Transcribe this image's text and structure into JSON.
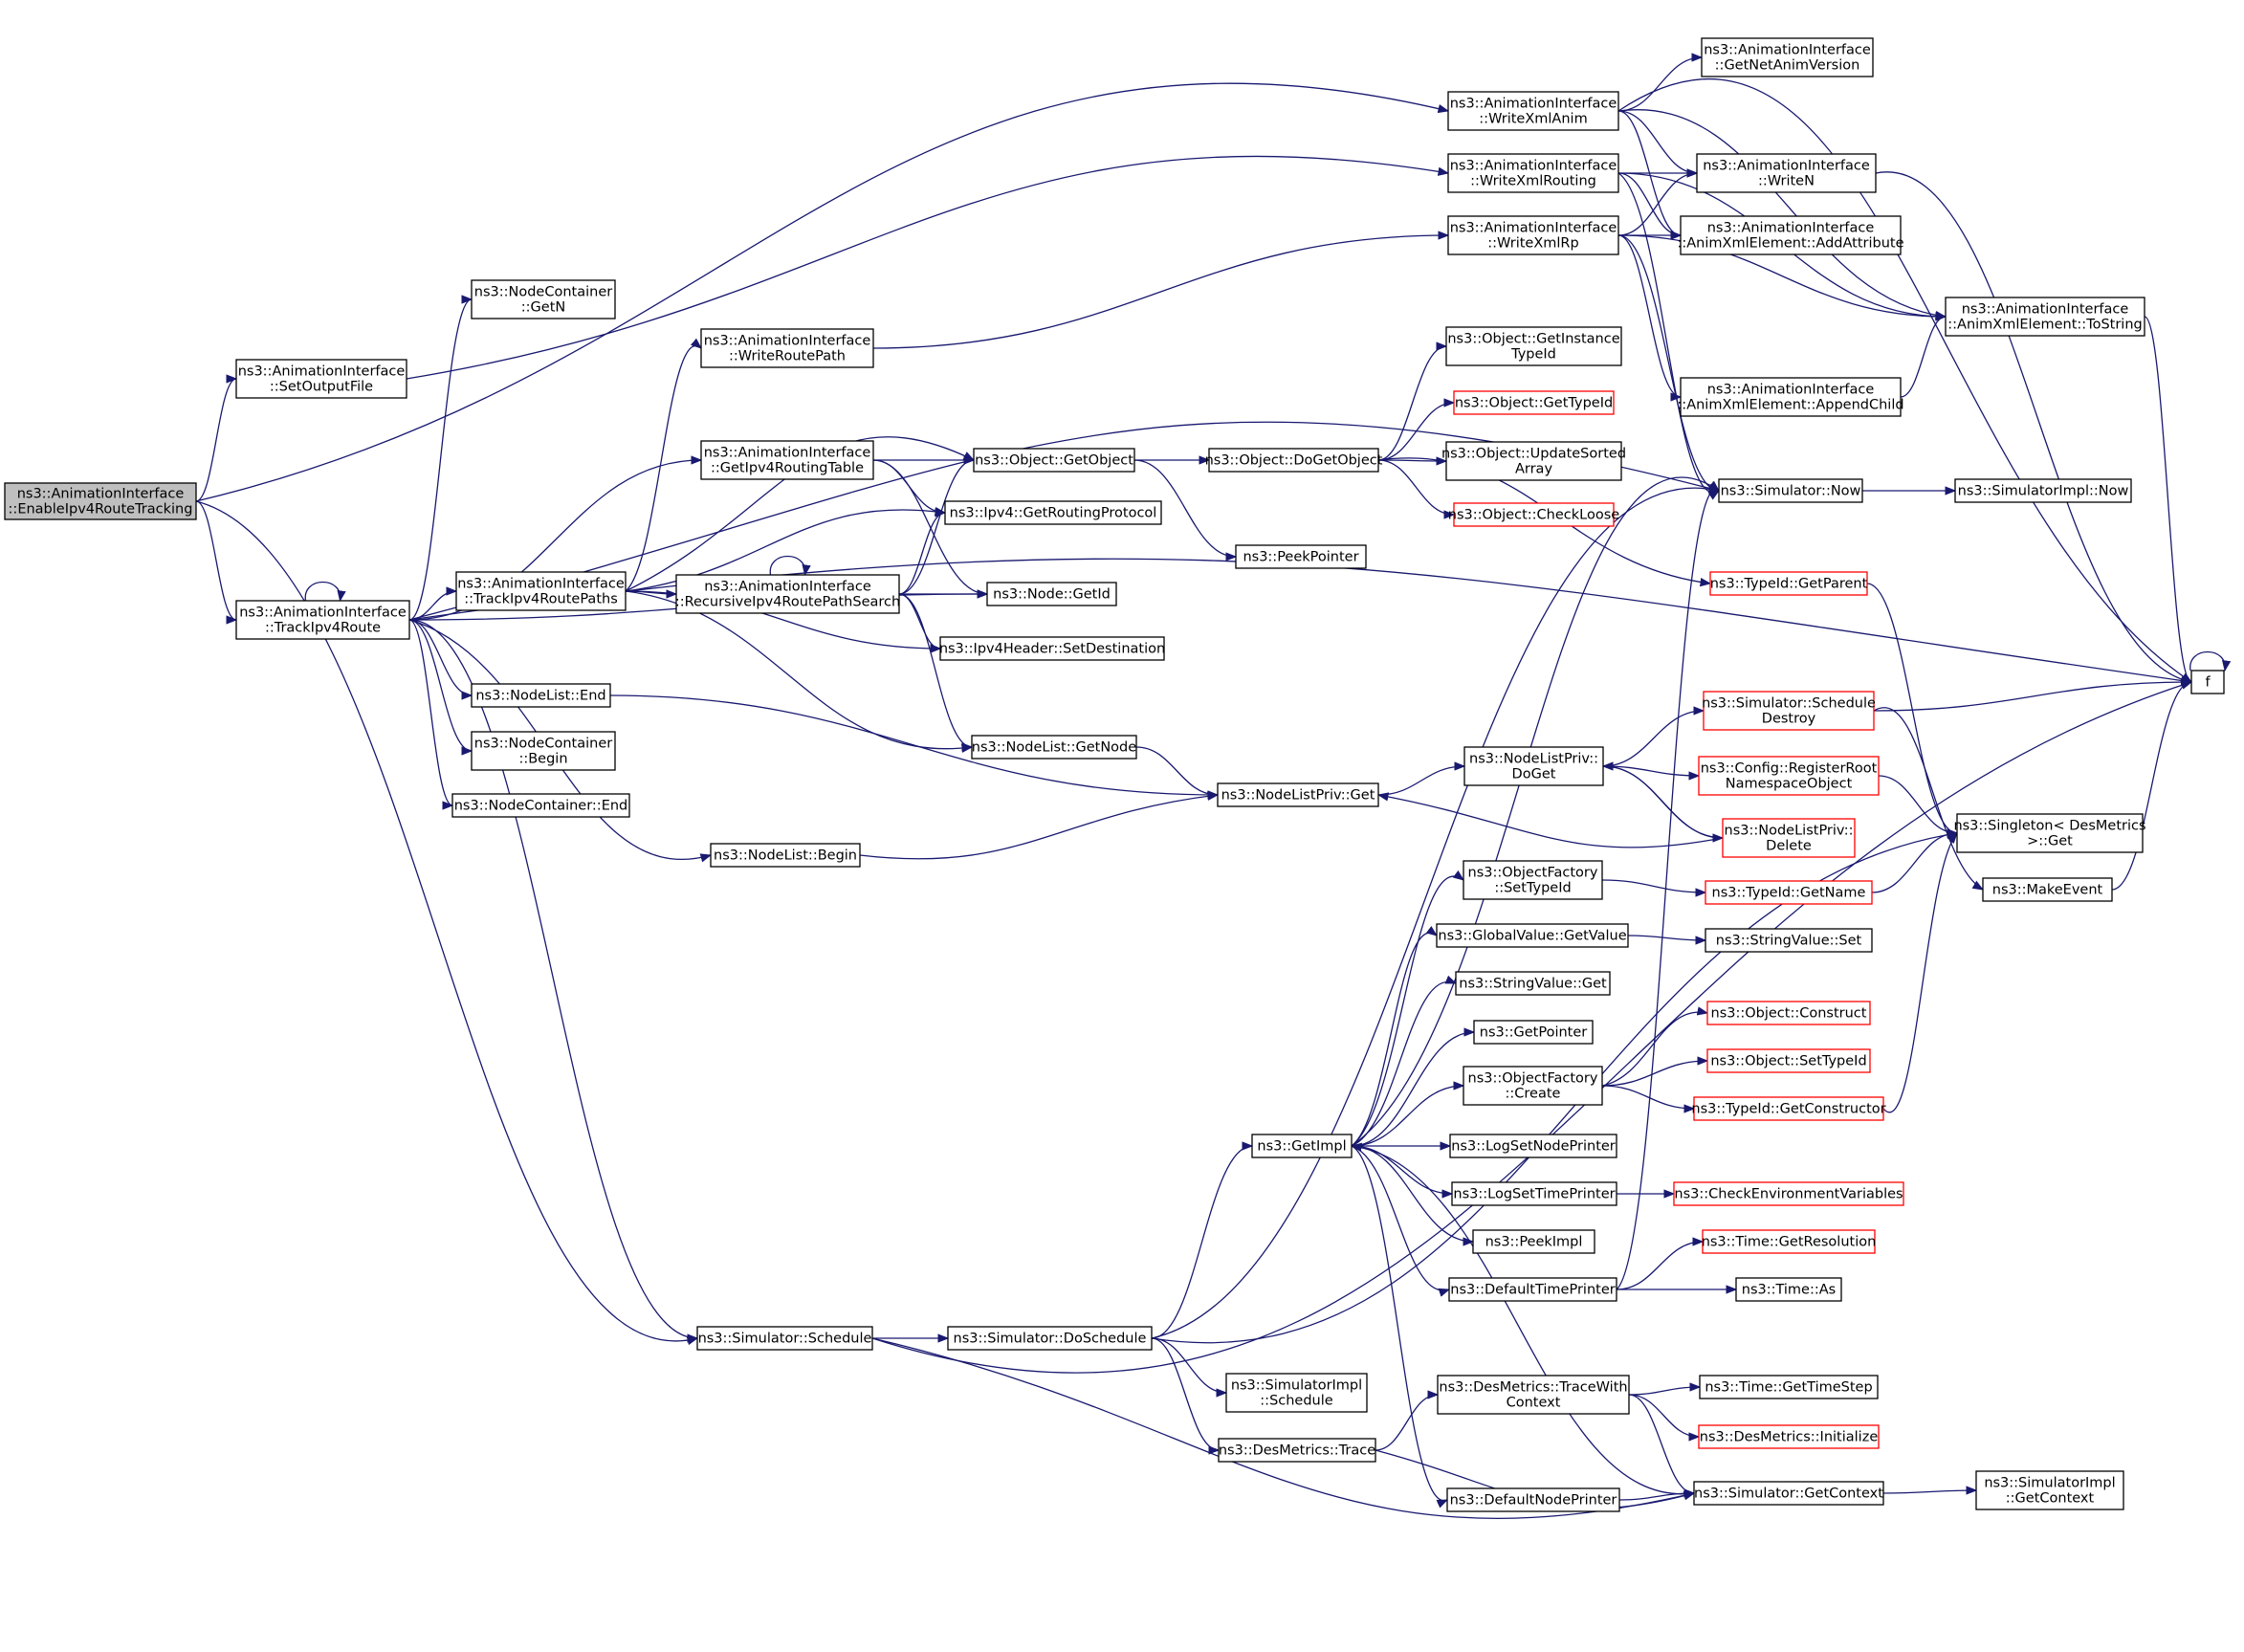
{
  "graph": {
    "nodes": [
      {
        "id": "enable",
        "lines": [
          "ns3::AnimationInterface",
          "::EnableIpv4RouteTracking"
        ],
        "style": "root"
      },
      {
        "id": "setoutput",
        "lines": [
          "ns3::AnimationInterface",
          "::SetOutputFile"
        ],
        "style": "normal"
      },
      {
        "id": "trackroute",
        "lines": [
          "ns3::AnimationInterface",
          "::TrackIpv4Route"
        ],
        "style": "normal"
      },
      {
        "id": "nc_getn",
        "lines": [
          "ns3::NodeContainer",
          "::GetN"
        ],
        "style": "normal"
      },
      {
        "id": "nl_end",
        "lines": [
          "ns3::NodeList::End"
        ],
        "style": "normal"
      },
      {
        "id": "nc_begin",
        "lines": [
          "ns3::NodeContainer",
          "::Begin"
        ],
        "style": "normal"
      },
      {
        "id": "nc_end",
        "lines": [
          "ns3::NodeContainer::End"
        ],
        "style": "normal"
      },
      {
        "id": "trackpaths",
        "lines": [
          "ns3::AnimationInterface",
          "::TrackIpv4RoutePaths"
        ],
        "style": "normal"
      },
      {
        "id": "writeroutepath",
        "lines": [
          "ns3::AnimationInterface",
          "::WriteRoutePath"
        ],
        "style": "normal"
      },
      {
        "id": "getroutingtable",
        "lines": [
          "ns3::AnimationInterface",
          "::GetIpv4RoutingTable"
        ],
        "style": "normal"
      },
      {
        "id": "recursive",
        "lines": [
          "ns3::AnimationInterface",
          "::RecursiveIpv4RoutePathSearch"
        ],
        "style": "normal"
      },
      {
        "id": "nl_begin",
        "lines": [
          "ns3::NodeList::Begin"
        ],
        "style": "normal"
      },
      {
        "id": "sched",
        "lines": [
          "ns3::Simulator::Schedule"
        ],
        "style": "normal"
      },
      {
        "id": "getobject",
        "lines": [
          "ns3::Object::GetObject"
        ],
        "style": "normal"
      },
      {
        "id": "getrouting",
        "lines": [
          "ns3::Ipv4::GetRoutingProtocol"
        ],
        "style": "normal"
      },
      {
        "id": "nodegetid",
        "lines": [
          "ns3::Node::GetId"
        ],
        "style": "normal"
      },
      {
        "id": "setdest",
        "lines": [
          "ns3::Ipv4Header::SetDestination"
        ],
        "style": "normal"
      },
      {
        "id": "nl_getnode",
        "lines": [
          "ns3::NodeList::GetNode"
        ],
        "style": "normal"
      },
      {
        "id": "nlp_get",
        "lines": [
          "ns3::NodeListPriv::Get"
        ],
        "style": "normal"
      },
      {
        "id": "peekpointer",
        "lines": [
          "ns3::PeekPointer"
        ],
        "style": "normal"
      },
      {
        "id": "dogetobject",
        "lines": [
          "ns3::Object::DoGetObject"
        ],
        "style": "normal"
      },
      {
        "id": "writexmlanim",
        "lines": [
          "ns3::AnimationInterface",
          "::WriteXmlAnim"
        ],
        "style": "normal"
      },
      {
        "id": "writexmlrouting",
        "lines": [
          "ns3::AnimationInterface",
          "::WriteXmlRouting"
        ],
        "style": "normal"
      },
      {
        "id": "writexmlrp",
        "lines": [
          "ns3::AnimationInterface",
          "::WriteXmlRp"
        ],
        "style": "normal"
      },
      {
        "id": "getinstancetypeid",
        "lines": [
          "ns3::Object::GetInstance",
          "TypeId"
        ],
        "style": "normal"
      },
      {
        "id": "gettypeid",
        "lines": [
          "ns3::Object::GetTypeId"
        ],
        "style": "red"
      },
      {
        "id": "updatesorted",
        "lines": [
          "ns3::Object::UpdateSorted",
          "Array"
        ],
        "style": "normal"
      },
      {
        "id": "checkloose",
        "lines": [
          "ns3::Object::CheckLoose"
        ],
        "style": "red"
      },
      {
        "id": "nlp_doget",
        "lines": [
          "ns3::NodeListPriv::",
          "DoGet"
        ],
        "style": "normal"
      },
      {
        "id": "of_settypeid",
        "lines": [
          "ns3::ObjectFactory",
          "::SetTypeId"
        ],
        "style": "normal"
      },
      {
        "id": "gv_getvalue",
        "lines": [
          "ns3::GlobalValue::GetValue"
        ],
        "style": "normal"
      },
      {
        "id": "sv_get",
        "lines": [
          "ns3::StringValue::Get"
        ],
        "style": "normal"
      },
      {
        "id": "getpointer",
        "lines": [
          "ns3::GetPointer"
        ],
        "style": "normal"
      },
      {
        "id": "of_create",
        "lines": [
          "ns3::ObjectFactory",
          "::Create"
        ],
        "style": "normal"
      },
      {
        "id": "getimpl",
        "lines": [
          "ns3::GetImpl"
        ],
        "style": "normal"
      },
      {
        "id": "lognodeprinter",
        "lines": [
          "ns3::LogSetNodePrinter"
        ],
        "style": "normal"
      },
      {
        "id": "logtimeprinter",
        "lines": [
          "ns3::LogSetTimePrinter"
        ],
        "style": "normal"
      },
      {
        "id": "peekimpl",
        "lines": [
          "ns3::PeekImpl"
        ],
        "style": "normal"
      },
      {
        "id": "deftimeprinter",
        "lines": [
          "ns3::DefaultTimePrinter"
        ],
        "style": "normal"
      },
      {
        "id": "doschedule",
        "lines": [
          "ns3::Simulator::DoSchedule"
        ],
        "style": "normal"
      },
      {
        "id": "simimpl_sched",
        "lines": [
          "ns3::SimulatorImpl",
          "::Schedule"
        ],
        "style": "normal"
      },
      {
        "id": "desmetrics_trace",
        "lines": [
          "ns3::DesMetrics::Trace"
        ],
        "style": "normal"
      },
      {
        "id": "tracewithctx",
        "lines": [
          "ns3::DesMetrics::TraceWith",
          "Context"
        ],
        "style": "normal"
      },
      {
        "id": "defnodeprinter",
        "lines": [
          "ns3::DefaultNodePrinter"
        ],
        "style": "normal"
      },
      {
        "id": "getnetanim",
        "lines": [
          "ns3::AnimationInterface",
          "::GetNetAnimVersion"
        ],
        "style": "normal"
      },
      {
        "id": "writen",
        "lines": [
          "ns3::AnimationInterface",
          "::WriteN"
        ],
        "style": "normal"
      },
      {
        "id": "addattr",
        "lines": [
          "ns3::AnimationInterface",
          "::AnimXmlElement::AddAttribute"
        ],
        "style": "normal"
      },
      {
        "id": "appendchild",
        "lines": [
          "ns3::AnimationInterface",
          "::AnimXmlElement::AppendChild"
        ],
        "style": "normal"
      },
      {
        "id": "simnow",
        "lines": [
          "ns3::Simulator::Now"
        ],
        "style": "normal"
      },
      {
        "id": "typeid_getparent",
        "lines": [
          "ns3::TypeId::GetParent"
        ],
        "style": "red"
      },
      {
        "id": "schedule_destroy",
        "lines": [
          "ns3::Simulator::Schedule",
          "Destroy"
        ],
        "style": "red"
      },
      {
        "id": "registerroot",
        "lines": [
          "ns3::Config::RegisterRoot",
          "NamespaceObject"
        ],
        "style": "red"
      },
      {
        "id": "nlp_delete",
        "lines": [
          "ns3::NodeListPriv::",
          "Delete"
        ],
        "style": "red"
      },
      {
        "id": "typeid_getname",
        "lines": [
          "ns3::TypeId::GetName"
        ],
        "style": "red"
      },
      {
        "id": "stringvalue_set",
        "lines": [
          "ns3::StringValue::Set"
        ],
        "style": "normal"
      },
      {
        "id": "object_construct",
        "lines": [
          "ns3::Object::Construct"
        ],
        "style": "red"
      },
      {
        "id": "object_settypeid",
        "lines": [
          "ns3::Object::SetTypeId"
        ],
        "style": "red"
      },
      {
        "id": "typeid_getctor",
        "lines": [
          "ns3::TypeId::GetConstructor"
        ],
        "style": "red"
      },
      {
        "id": "checkenv",
        "lines": [
          "ns3::CheckEnvironmentVariables"
        ],
        "style": "red"
      },
      {
        "id": "time_getres",
        "lines": [
          "ns3::Time::GetResolution"
        ],
        "style": "red"
      },
      {
        "id": "time_as",
        "lines": [
          "ns3::Time::As"
        ],
        "style": "normal"
      },
      {
        "id": "time_getstep",
        "lines": [
          "ns3::Time::GetTimeStep"
        ],
        "style": "normal"
      },
      {
        "id": "desmetrics_init",
        "lines": [
          "ns3::DesMetrics::Initialize"
        ],
        "style": "red"
      },
      {
        "id": "sim_getcontext",
        "lines": [
          "ns3::Simulator::GetContext"
        ],
        "style": "normal"
      },
      {
        "id": "tostring",
        "lines": [
          "ns3::AnimationInterface",
          "::AnimXmlElement::ToString"
        ],
        "style": "normal"
      },
      {
        "id": "simimpl_now",
        "lines": [
          "ns3::SimulatorImpl::Now"
        ],
        "style": "normal"
      },
      {
        "id": "singleton_get",
        "lines": [
          "ns3::Singleton< DesMetrics",
          ">::Get"
        ],
        "style": "normal"
      },
      {
        "id": "makeevent",
        "lines": [
          "ns3::MakeEvent"
        ],
        "style": "normal"
      },
      {
        "id": "simimpl_getctx",
        "lines": [
          "ns3::SimulatorImpl",
          "::GetContext"
        ],
        "style": "normal"
      },
      {
        "id": "f",
        "lines": [
          "f"
        ],
        "style": "normal"
      }
    ]
  },
  "colors": {
    "edge": "#191970",
    "root_fill": "#bfbfbf",
    "node_border": "#000000",
    "red_border": "#ff0000",
    "background": "#ffffff"
  }
}
